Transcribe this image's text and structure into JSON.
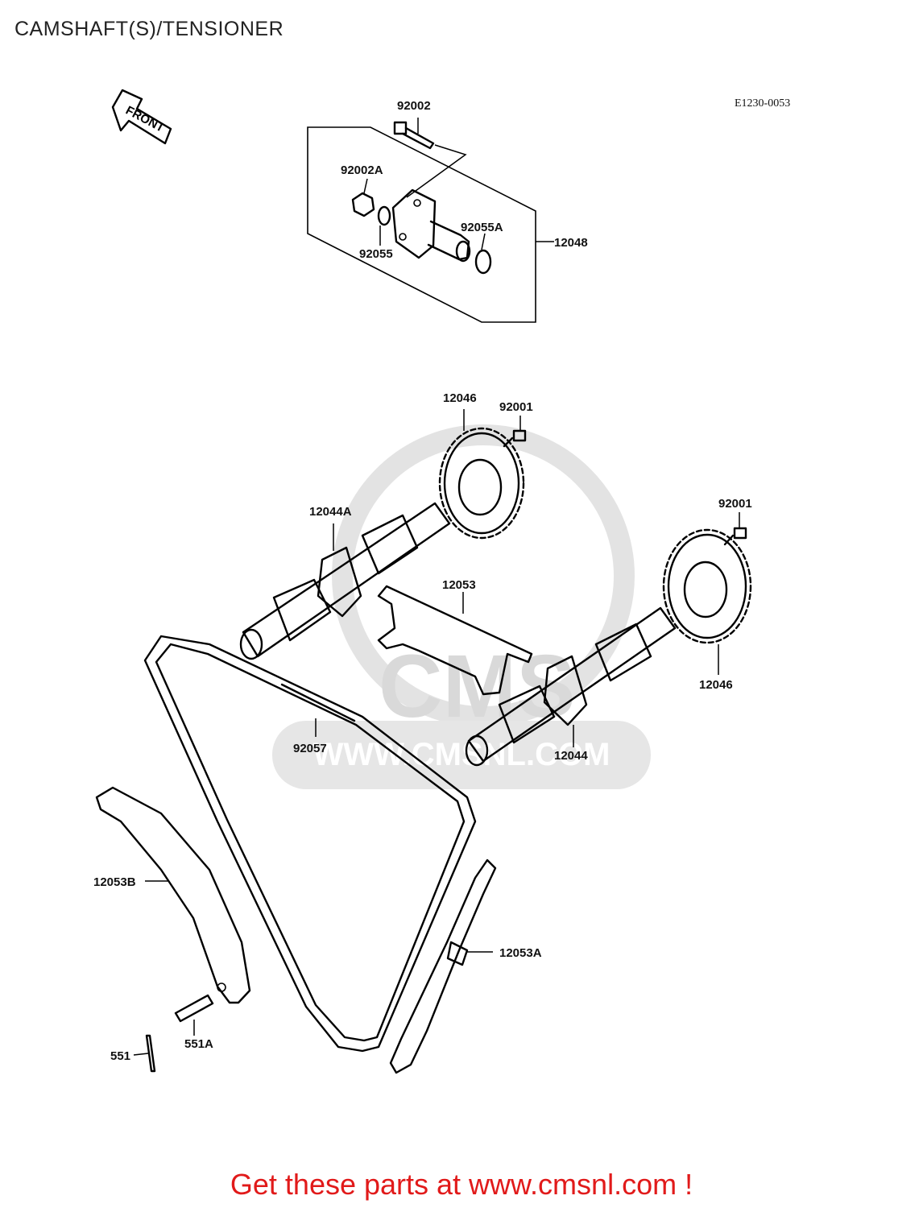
{
  "title": "CAMSHAFT(S)/TENSIONER",
  "reference_code": "E1230-0053",
  "front_label": "FRONT",
  "watermark": {
    "logo": "CMS",
    "url": "WWW.CMSNL.COM"
  },
  "part_labels": {
    "p92002": "92002",
    "p92002A": "92002A",
    "p92055": "92055",
    "p92055A": "92055A",
    "p12048": "12048",
    "p12046_top": "12046",
    "p92001_top": "92001",
    "p12044A": "12044A",
    "p92001_right": "92001",
    "p12053": "12053",
    "p12046_right": "12046",
    "p12044": "12044",
    "p92057": "92057",
    "p12053B": "12053B",
    "p12053A": "12053A",
    "p551A": "551A",
    "p551": "551"
  },
  "footer_text": "Get these parts at www.cmsnl.com !",
  "colors": {
    "footer": "#e11a1a",
    "watermark": "#d9d9d9",
    "line": "#000000"
  }
}
